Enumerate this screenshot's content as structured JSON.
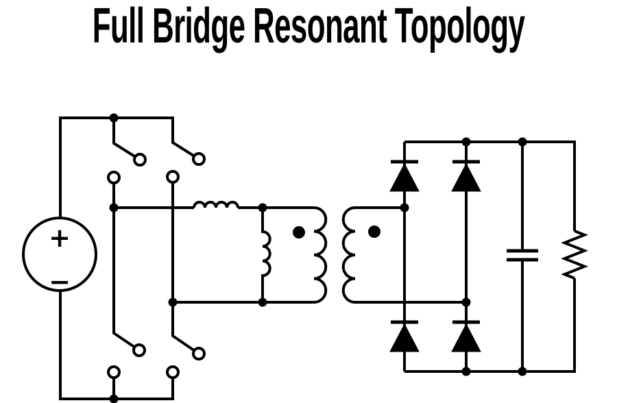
{
  "title": "Full Bridge Resonant Topology",
  "colors": {
    "ink": "#000000",
    "background": "#ffffff"
  },
  "source": {
    "plus_label": "+",
    "minus_label": "−"
  },
  "components": [
    "dc-voltage-source",
    "switch-top-left",
    "switch-top-right",
    "switch-bottom-left",
    "switch-bottom-right",
    "resonant-inductor",
    "magnetizing-inductor",
    "transformer-primary-winding",
    "transformer-secondary-winding",
    "diode-top-left",
    "diode-top-right",
    "diode-bottom-left",
    "diode-bottom-right",
    "output-capacitor",
    "load-resistor"
  ]
}
